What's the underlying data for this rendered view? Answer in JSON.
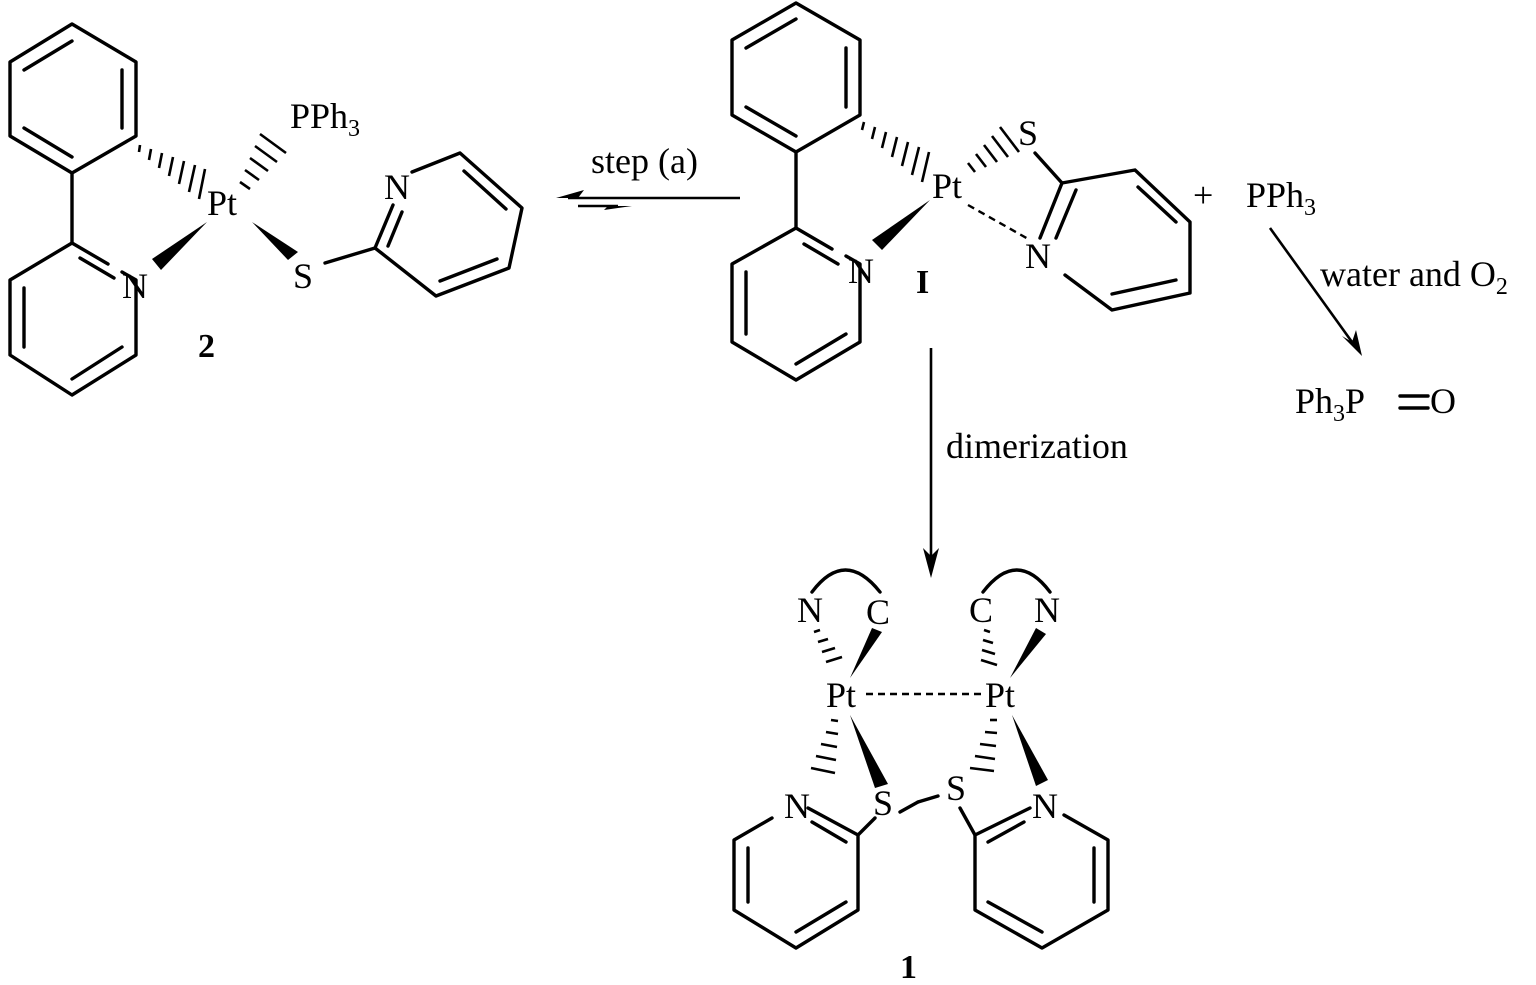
{
  "atoms": {
    "pt": "Pt",
    "n": "N",
    "s": "S",
    "c": "C",
    "p": "P",
    "o": "O",
    "pph": "PPh",
    "ph": "Ph",
    "sub3": "3",
    "sub2": "2"
  },
  "compounds": {
    "left_label": "2",
    "middle_label": "I",
    "bottom_label": "1"
  },
  "reagents": {
    "plus": "+",
    "pph3": "PPh",
    "pph3_sub": "3",
    "oxide_prefix": "Ph",
    "oxide_sub": "3",
    "oxide_p": "P",
    "oxide_o": "O"
  },
  "arrows": {
    "step_a": "step (a)",
    "dimerization": "dimerization",
    "water_o2": "water and O",
    "water_o2_sub": "2"
  }
}
